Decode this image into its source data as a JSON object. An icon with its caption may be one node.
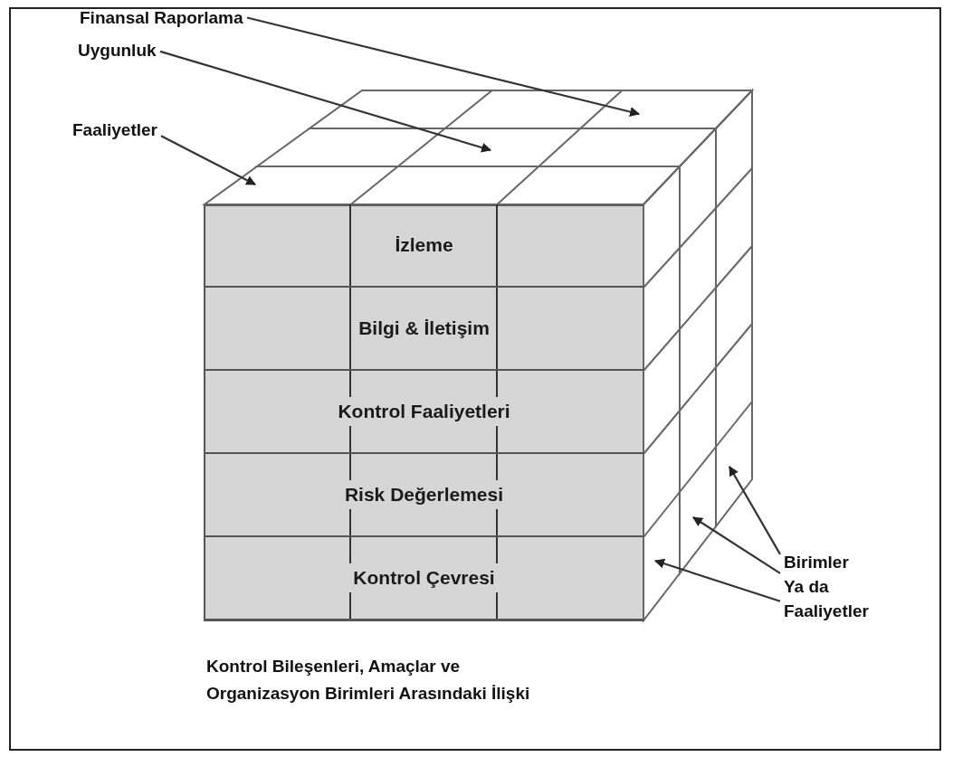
{
  "diagram": {
    "caption": "Kontrol Bileşenleri, Amaçlar ve Organizasyon Birimleri Arasındaki İlişki",
    "nodes": [
      {
        "text": [
          "Finansal Raporlama"
        ]
      },
      {
        "text": [
          "Uygunluk"
        ]
      },
      {
        "text": [
          "Faaliyetler"
        ]
      },
      {
        "text": [
          "Birimler Ya da Faaliyetler"
        ]
      },
      {
        "text": [
          "İzleme"
        ]
      },
      {
        "text": [
          "Bilgi & İletişim"
        ]
      },
      {
        "text": [
          "Kontrol Faaliyetleri"
        ]
      },
      {
        "text": [
          "Risk Değerlemesi"
        ]
      },
      {
        "text": [
          "Kontrol Çevresi"
        ]
      },
      {
        "text": [],
        "shape": "box"
      },
      {
        "text": [],
        "shape": "box"
      },
      {
        "text": [],
        "shape": "box"
      },
      {
        "text": [],
        "shape": "box"
      },
      {
        "text": [],
        "shape": "box"
      },
      {
        "text": [],
        "shape": "box"
      }
    ],
    "edges": [
      {
        "from": 0,
        "to": 11,
        "arrow": "to"
      },
      {
        "from": 1,
        "to": 10,
        "arrow": "to"
      },
      {
        "from": 2,
        "to": 9,
        "arrow": "to"
      },
      {
        "from": 3,
        "to": 14,
        "arrow": "to"
      },
      {
        "from": 3,
        "to": 13,
        "arrow": "to"
      },
      {
        "from": 3,
        "to": 12,
        "arrow": "to"
      }
    ]
  }
}
